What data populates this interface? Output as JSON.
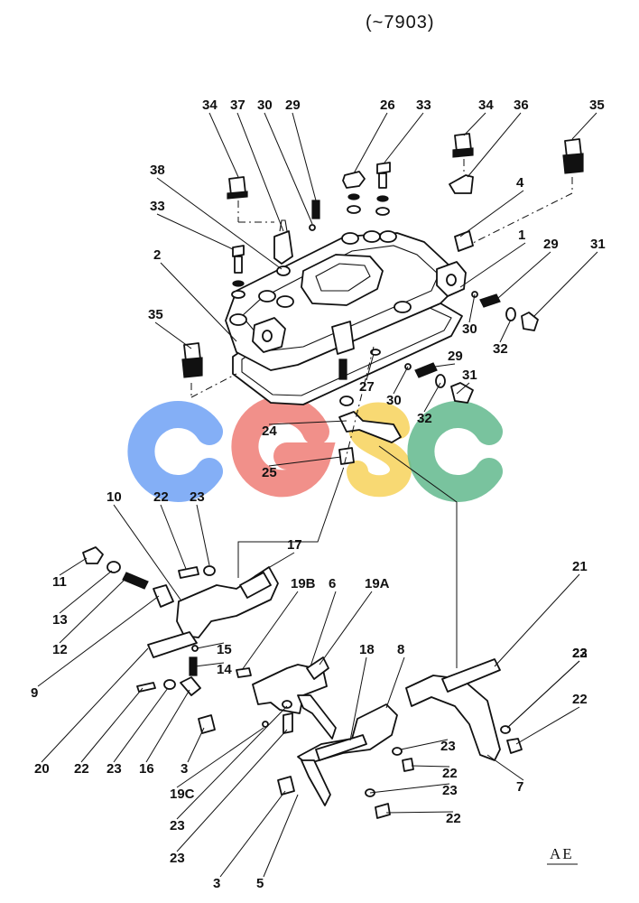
{
  "diagram": {
    "serial_range": "(~7903)",
    "drawing_code": "AE",
    "watermark": {
      "letters": [
        "C",
        "G",
        "S",
        "C"
      ],
      "colors": [
        "#6ea1f4",
        "#ee7d75",
        "#f7d25b",
        "#62b88d"
      ]
    },
    "callouts": [
      "34",
      "37",
      "30",
      "29",
      "26",
      "33",
      "34",
      "36",
      "35",
      "38",
      "33",
      "4",
      "1",
      "29",
      "31",
      "2",
      "30",
      "32",
      "35",
      "29",
      "27",
      "30",
      "32",
      "31",
      "24",
      "25",
      "10",
      "22",
      "23",
      "17",
      "11",
      "13",
      "19B",
      "6",
      "19A",
      "21",
      "12",
      "15",
      "9",
      "14",
      "18",
      "8",
      "23",
      "22",
      "20",
      "22",
      "23",
      "16",
      "3",
      "19C",
      "23",
      "23",
      "22",
      "23",
      "22",
      "23",
      "22",
      "7",
      "3",
      "5"
    ]
  }
}
